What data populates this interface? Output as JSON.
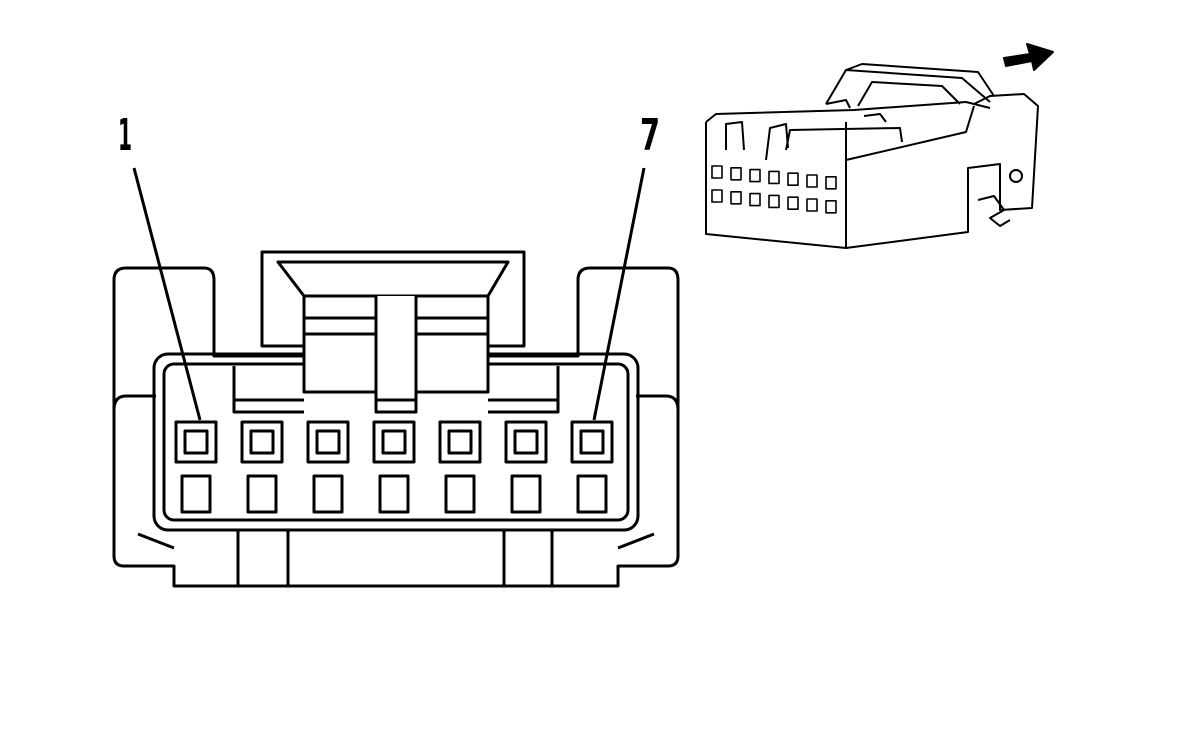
{
  "diagram": {
    "pin_labels": [
      {
        "id": "pin-label-1",
        "text": "1"
      },
      {
        "id": "pin-label-7",
        "text": "7"
      }
    ],
    "face_view": {
      "rows": 2,
      "columns": 7,
      "top_row_style": "framed",
      "bottom_row_style": "plain"
    },
    "iso_view": {
      "rows": 2,
      "columns": 7
    },
    "mating_direction_icon": "arrow-right-icon",
    "line_color": "#000000",
    "background_color": "#ffffff"
  }
}
